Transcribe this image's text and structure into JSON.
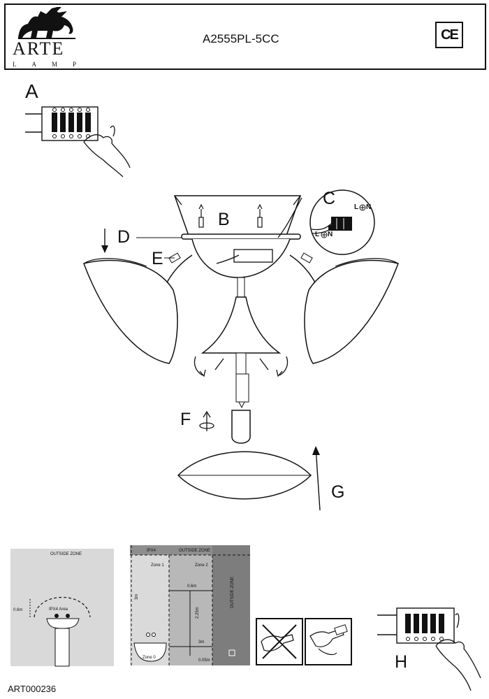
{
  "header": {
    "brand_name": "ARTE",
    "brand_sub": "LAMP",
    "model": "A2555PL-5CC",
    "certification": "CE"
  },
  "steps": {
    "a": "A",
    "b": "B",
    "c": "C",
    "d": "D",
    "e": "E",
    "f": "F",
    "g": "G",
    "h": "H"
  },
  "terminal_labels": {
    "l_top": "L",
    "n_top": "N",
    "l_bottom": "L",
    "n_bottom": "N"
  },
  "zones_left": {
    "outside_zone": "OUTSIDE ZONE",
    "distance": "0.6m",
    "area": "IPX4 Area"
  },
  "zones_right": {
    "ipx4": "IPX4",
    "outside_zone_top": "OUTSIDE ZONE",
    "zone1": "Zone 1",
    "zone2": "Zone 2",
    "zone0": "Zone 0",
    "outside_zone_side": "OUTSIDE ZONE",
    "dim_06": "0.6m",
    "dim_3v": "3m",
    "dim_225": "2.25m",
    "dim_3h": "3m",
    "dim_005": "0.05m"
  },
  "footer": {
    "article_code": "ART000236"
  }
}
